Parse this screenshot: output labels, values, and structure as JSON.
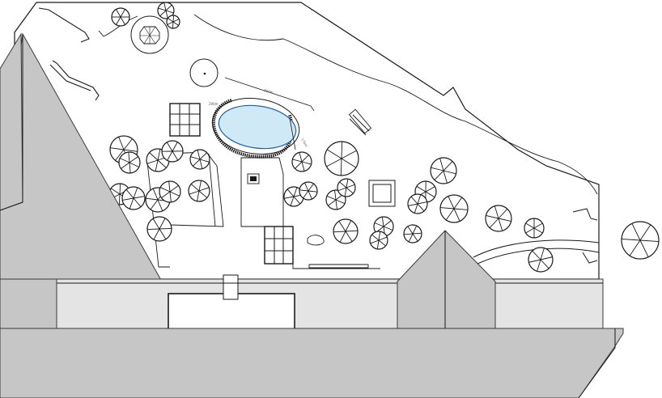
{
  "plan": {
    "colors": {
      "ink": "#1a1a1a",
      "roof": "#c6c6c6",
      "roof_light": "#e4e4e4",
      "pool_water": "#cfe9f7",
      "pool_outline": "#1f5fa8",
      "paper": "#ffffff"
    },
    "dimension_labels": [
      "500m",
      "290m",
      "170m"
    ]
  }
}
